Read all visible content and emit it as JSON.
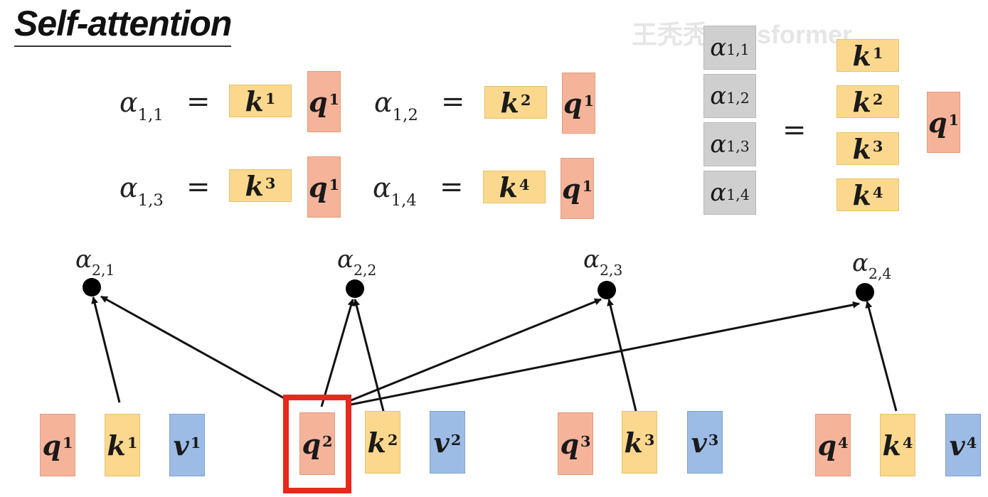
{
  "title": "Self-attention",
  "watermark": "王秃秃transformer",
  "equations": [
    {
      "alpha": "α",
      "sub": "1,1",
      "eq": "=",
      "k": "k",
      "k_sup": "1",
      "q": "q",
      "q_sup": "1"
    },
    {
      "alpha": "α",
      "sub": "1,2",
      "eq": "=",
      "k": "k",
      "k_sup": "2",
      "q": "q",
      "q_sup": "1"
    },
    {
      "alpha": "α",
      "sub": "1,3",
      "eq": "=",
      "k": "k",
      "k_sup": "3",
      "q": "q",
      "q_sup": "1"
    },
    {
      "alpha": "α",
      "sub": "1,4",
      "eq": "=",
      "k": "k",
      "k_sup": "4",
      "q": "q",
      "q_sup": "1"
    }
  ],
  "matrix": {
    "alphas": [
      {
        "alpha": "α",
        "sub": "1,1"
      },
      {
        "alpha": "α",
        "sub": "1,2"
      },
      {
        "alpha": "α",
        "sub": "1,3"
      },
      {
        "alpha": "α",
        "sub": "1,4"
      }
    ],
    "eq": "=",
    "keys": [
      {
        "k": "k",
        "sup": "1"
      },
      {
        "k": "k",
        "sup": "2"
      },
      {
        "k": "k",
        "sup": "3"
      },
      {
        "k": "k",
        "sup": "4"
      }
    ],
    "q": "q",
    "q_sup": "1"
  },
  "attention_nodes": [
    {
      "alpha": "α",
      "sub": "2,1"
    },
    {
      "alpha": "α",
      "sub": "2,2"
    },
    {
      "alpha": "α",
      "sub": "2,3"
    },
    {
      "alpha": "α",
      "sub": "2,4"
    }
  ],
  "vectors": [
    {
      "q": "q",
      "k": "k",
      "v": "v",
      "sup": "1"
    },
    {
      "q": "q",
      "k": "k",
      "v": "v",
      "sup": "2"
    },
    {
      "q": "q",
      "k": "k",
      "v": "v",
      "sup": "3"
    },
    {
      "q": "q",
      "k": "k",
      "v": "v",
      "sup": "4"
    }
  ],
  "colors": {
    "key": "#fbd88d",
    "query": "#f5b49a",
    "value": "#9cbce6",
    "alpha": "#cfcfcf",
    "highlight": "#e8281c"
  }
}
